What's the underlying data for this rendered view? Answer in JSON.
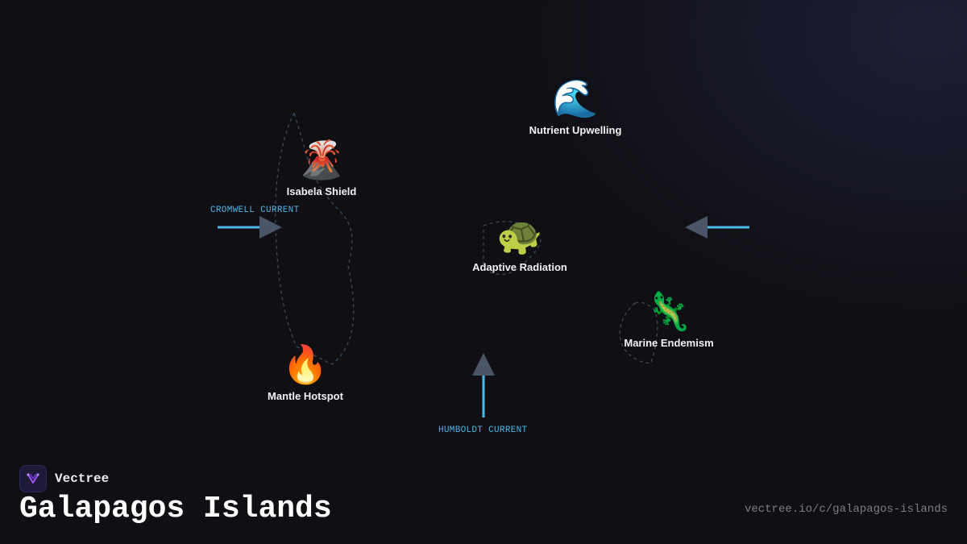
{
  "brand": {
    "name": "Vectree",
    "icon": "vectree-logo-icon"
  },
  "title": "Galapagos Islands",
  "url": "vectree.io/c/galapagos-islands",
  "nodes": {
    "nutrient_upwelling": {
      "label": "Nutrient Upwelling",
      "emoji": "🌊",
      "icon": "wave-icon"
    },
    "isabela_shield": {
      "label": "Isabela Shield",
      "emoji": "🌋",
      "icon": "volcano-icon"
    },
    "adaptive_radiation": {
      "label": "Adaptive Radiation",
      "emoji": "🐢",
      "icon": "turtle-icon"
    },
    "marine_endemism": {
      "label": "Marine Endemism",
      "emoji": "🦎",
      "icon": "lizard-icon"
    },
    "mantle_hotspot": {
      "label": "Mantle Hotspot",
      "emoji": "🔥",
      "icon": "fire-icon"
    }
  },
  "currents": {
    "cromwell": "CROMWELL CURRENT",
    "humboldt": "HUMBOLDT CURRENT"
  },
  "colors": {
    "background": "#0f0f14",
    "current_line": "#4fb6e8",
    "arrow_head": "#4a5568",
    "island_outline": "#3a4a5a",
    "label_text": "#f2f2f5"
  }
}
